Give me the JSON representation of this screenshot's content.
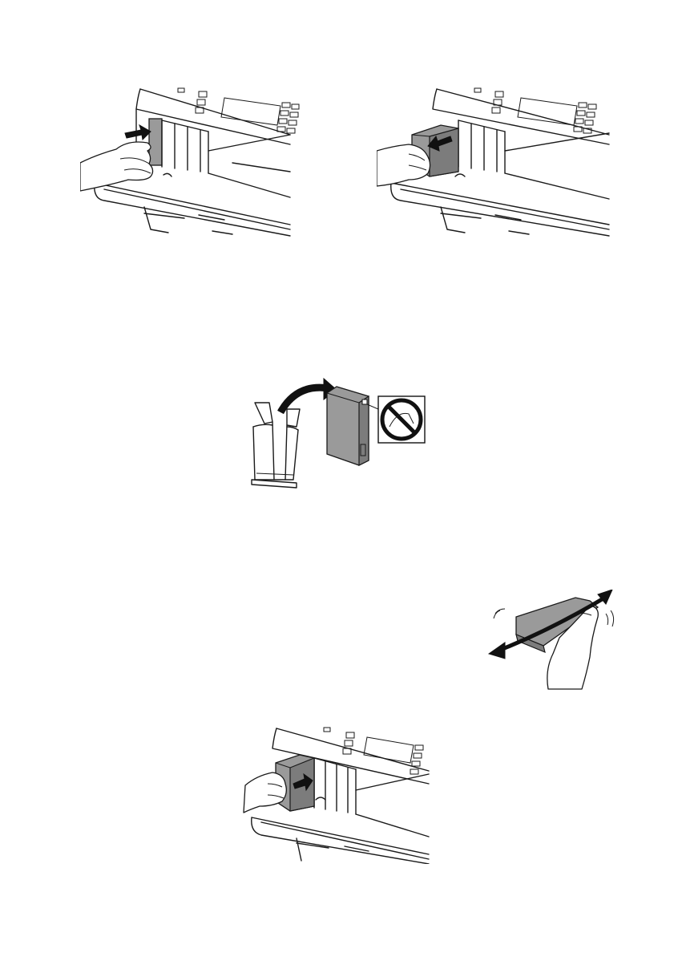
{
  "figures": [
    {
      "id": "fig-1",
      "icon": "printer-remove-cartridge-push-icon",
      "arrow": "push-in"
    },
    {
      "id": "fig-2",
      "icon": "printer-remove-cartridge-pull-icon",
      "arrow": "pull-out"
    },
    {
      "id": "fig-3",
      "icon": "unpack-cartridge-icon",
      "warning": "do-not-touch-chip-icon"
    },
    {
      "id": "fig-4",
      "icon": "shake-cartridge-icon",
      "arrow": "shake"
    },
    {
      "id": "fig-5",
      "icon": "printer-insert-cartridge-icon",
      "arrow": "insert"
    }
  ],
  "colors": {
    "background": "#ffffff",
    "line": "#1a1a1a",
    "cartridge": "#9a9a9a",
    "arrow": "#111111"
  }
}
